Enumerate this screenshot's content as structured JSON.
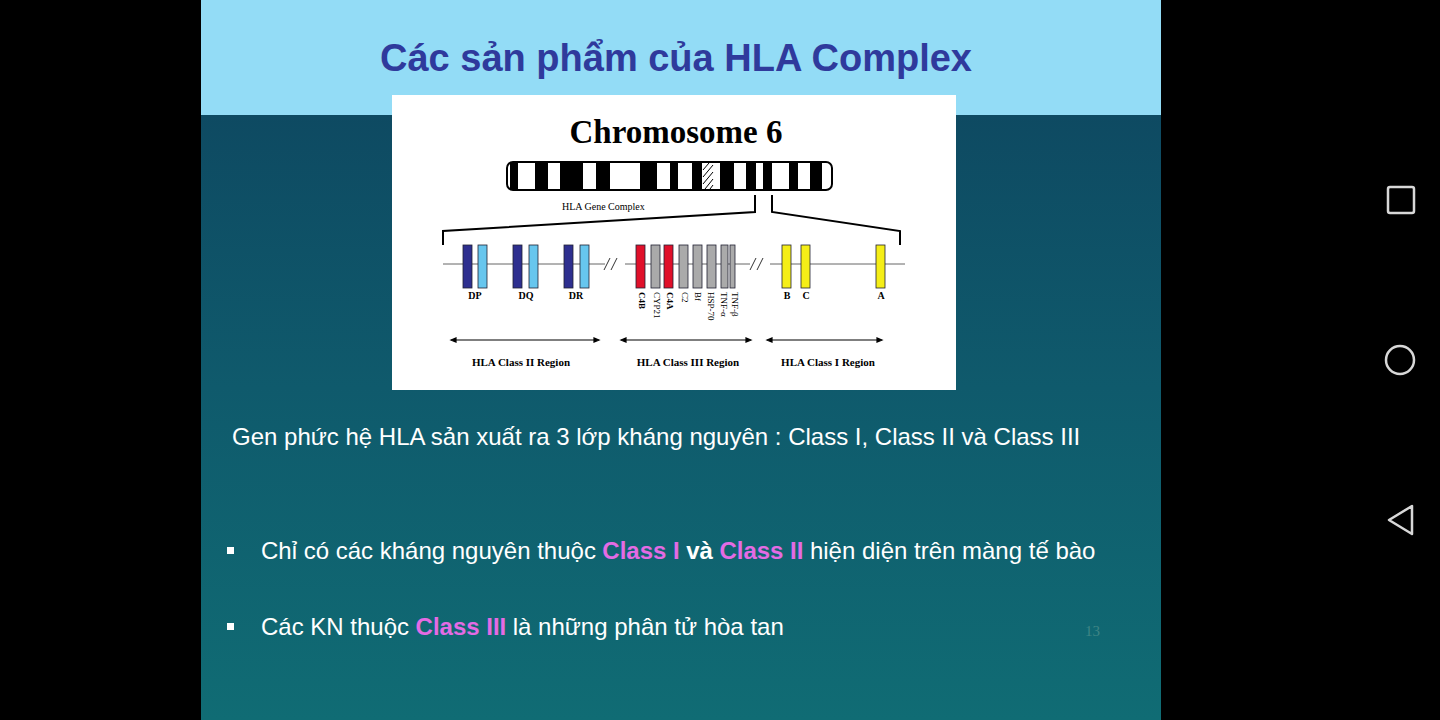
{
  "diagram": {
    "title": "Các sản phẩm của HLA Complex",
    "labels": [
      "Chromosome 6",
      "HLA Gene Complex",
      "DP",
      "DQ",
      "DR",
      "C4B",
      "CYP21",
      "C4A",
      "C2",
      "Bf",
      "HSP-70",
      "TNF-α",
      "TNF-β",
      "B",
      "C",
      "A",
      "HLA Class II Region",
      "HLA Class III Region",
      "HLA Class I Region",
      "Gen phức hệ HLA sản xuất ra 3 lớp kháng nguyên : Class I, Class II và Class III",
      "Chỉ có các kháng nguyên thuộc",
      "Class I",
      "và",
      "Class II",
      "hiện diện trên màng tế bào",
      "Các KN thuộc",
      "Class III",
      "là những phân tử hòa tan",
      "13"
    ]
  }
}
